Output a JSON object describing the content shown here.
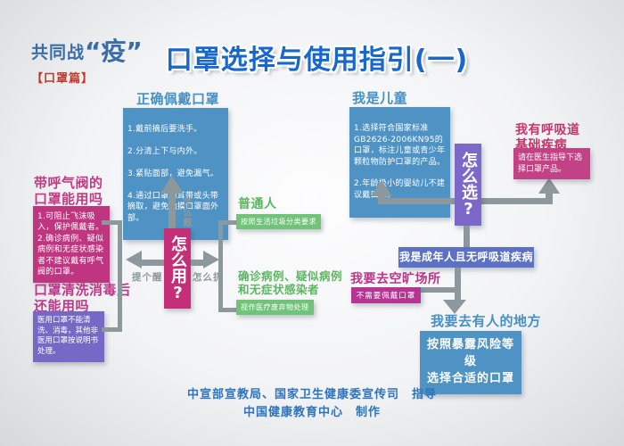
{
  "logo": {
    "part1": "共同战",
    "part2": "“疫”",
    "sub": "【口罩篇】"
  },
  "title": "口罩选择与使用指引(一)",
  "left": {
    "wear": {
      "title": "正确佩戴口罩",
      "items": [
        "1.戴前摘后要洗手。",
        "2.分清上下与内外。",
        "3.紧贴面部，避免漏气。",
        "4.通过口罩的耳带或头带摘取，避免触摸口罩面外部。"
      ]
    },
    "valve": {
      "title": "带呼气阀的\n口罩能用吗",
      "body": "1.可阻止飞沫吸入，保护佩戴者。\n2.确诊病例、疑似病例和无症状感染者不建议戴有呼气阀的口罩。"
    },
    "wash": {
      "title": "口罩清洗消毒后\n还能用吗",
      "body": "医用口罩不能清洗、消毒，其他非医用口罩按说明书处理。"
    }
  },
  "center": {
    "how_use": "怎么用?",
    "wear_label": "怎么戴",
    "remind_label": "提个醒",
    "discard_label": "怎么扔"
  },
  "discard": {
    "normal_title": "普通人",
    "normal_body": "按照生活垃圾分类要求",
    "confirmed_title": "确诊病例、疑似病例\n和无症状感染者",
    "confirmed_body": "视作医疗废弃物处理"
  },
  "right": {
    "child": {
      "title": "我是儿童",
      "items": [
        "1.选择符合国家标准GB2626-2006KN95的口罩，标注儿童或青少年颗粒物防护口罩的产品。",
        "2.年龄极小的婴幼儿不建议戴口罩。"
      ]
    },
    "resp": {
      "title": "我有呼吸道\n基础疾病",
      "body": "请在医生指导下选择口罩产品。"
    },
    "choose": "怎么选?",
    "adult": "我是成年人且无呼吸道疾病",
    "open": {
      "title": "我要去空旷场所",
      "body": "不需要佩戴口罩"
    },
    "crowd": {
      "title": "我要去有人的地方",
      "body": "按照暴露风险等级\n选择合适的口罩"
    }
  },
  "credits": {
    "line1": "中宣部宣教局、国家卫生健康委宣传司　指导",
    "line2": "中国健康教育中心　制作"
  },
  "colors": {
    "title_blue": "#1767cd",
    "blue_box": "#4f93c4",
    "magenta_box": "#bf3580",
    "center_magenta": "#c52f78",
    "purple_box": "#7668c5",
    "choose_purple": "#7b68c8",
    "adult_blue": "#5c71c4",
    "green_box": "#70c378",
    "arrow_gray": "#8c989c",
    "logo_blue": "#3b6da5",
    "logo_red": "#c0392b"
  }
}
